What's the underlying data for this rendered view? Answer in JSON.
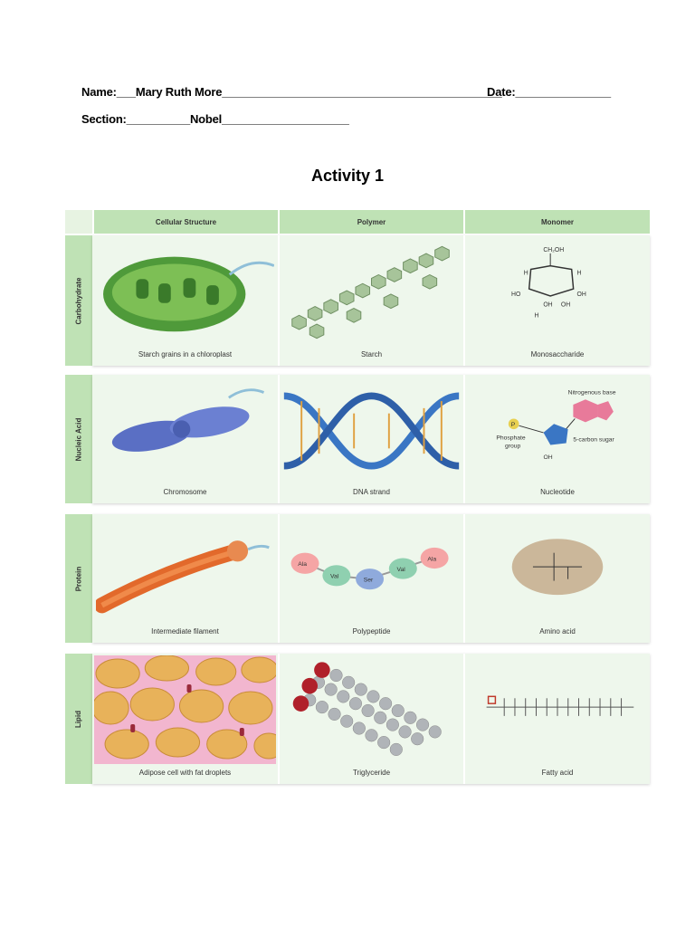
{
  "header": {
    "name_line": "Name:___Mary Ruth More____________________________________________",
    "date_line": "Date:_______________",
    "section_line": "Section:__________Nobel____________________"
  },
  "title": "Activity 1",
  "table": {
    "columns": [
      "Cellular Structure",
      "Polymer",
      "Monomer"
    ],
    "rows": [
      {
        "label": "Carbohydrate",
        "captions": [
          "Starch grains in a chloroplast",
          "Starch",
          "Monosaccharide"
        ],
        "formula_labels": [
          "CH₂OH",
          "H",
          "H",
          "OH",
          "HO",
          "OH",
          "H",
          "OH"
        ]
      },
      {
        "label": "Nucleic Acid",
        "captions": [
          "Chromosome",
          "DNA strand",
          "Nucleotide"
        ],
        "diagram_labels": [
          "Nitrogenous base",
          "Phosphate",
          "group",
          "5-carbon sugar",
          "OH",
          "P"
        ]
      },
      {
        "label": "Protein",
        "captions": [
          "Intermediate filament",
          "Polypeptide",
          "Amino acid"
        ],
        "beads": [
          "Ala",
          "Val",
          "Ser",
          "Val",
          "Ala"
        ]
      },
      {
        "label": "Lipid",
        "captions": [
          "Adipose cell with fat droplets",
          "Triglyceride",
          "Fatty acid"
        ]
      }
    ]
  },
  "colors": {
    "header_green": "#bfe2b5",
    "band_green": "#eef7ec",
    "chloroplast": "#4f9a3a",
    "chromosome": "#5a6fc4",
    "filament": "#e2692b",
    "fat": "#e8b25a"
  }
}
